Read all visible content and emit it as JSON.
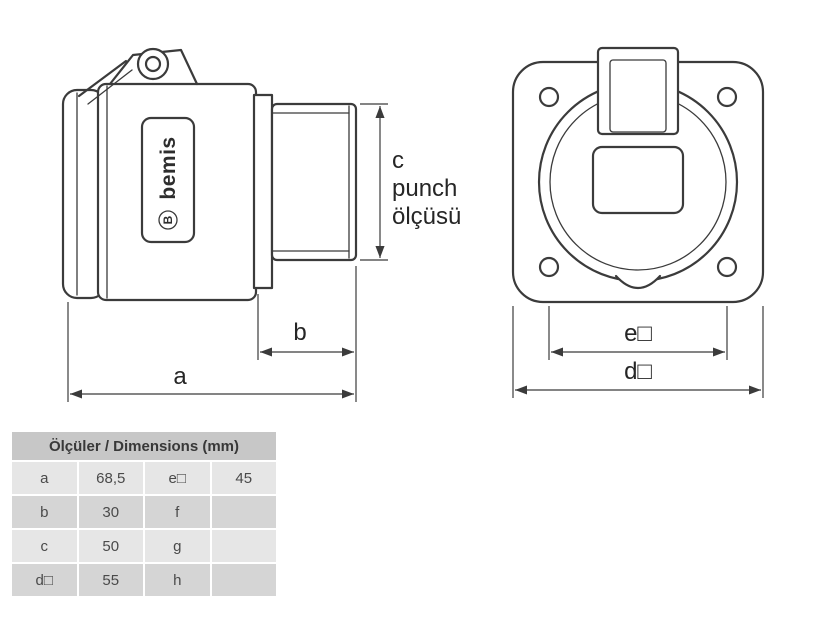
{
  "drawing": {
    "brand": "bemis",
    "logo_letter": "B",
    "dimensions": {
      "a_label": "a",
      "b_label": "b",
      "c_label": "c",
      "c_note_line1": "punch",
      "c_note_line2": "ölçüsü",
      "e_label": "e□",
      "d_label": "d□"
    }
  },
  "table": {
    "header": "Ölçüler / Dimensions (mm)",
    "rows": [
      {
        "k1": "a",
        "v1": "68,5",
        "k2": "e□",
        "v2": "45"
      },
      {
        "k1": "b",
        "v1": "30",
        "k2": "f",
        "v2": ""
      },
      {
        "k1": "c",
        "v1": "50",
        "k2": "g",
        "v2": ""
      },
      {
        "k1": "d□",
        "v1": "55",
        "k2": "h",
        "v2": ""
      }
    ]
  }
}
